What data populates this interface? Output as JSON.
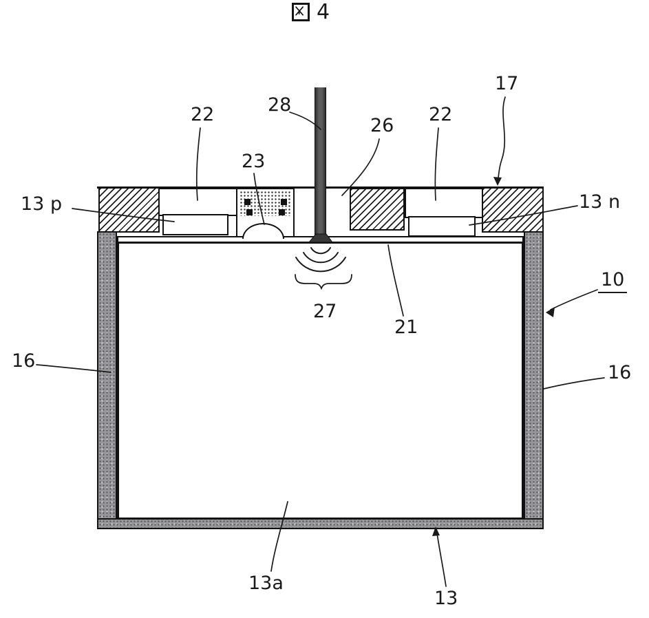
{
  "title": {
    "text": "図 4",
    "number": "4"
  },
  "callouts": {
    "l22_left": "22",
    "l28": "28",
    "l23": "23",
    "l26": "26",
    "l22_right": "22",
    "l17": "17",
    "l13p": "13 p",
    "l13n": "13 n",
    "l10": "10",
    "l16_left": "16",
    "l16_right": "16",
    "l27": "27",
    "l21": "21",
    "l13a": "13a",
    "l13": "13"
  },
  "colors": {
    "line": "#1a1a1a",
    "wall_gray": "#97979a",
    "rod_dark": "#4a4a4a",
    "hatch_black": "#1c1c1c",
    "background": "#ffffff"
  },
  "icons": {
    "kanji_zu_glyph": "boxed-x-glyph",
    "ultrasonic_waves": "concentric-arcs",
    "underbrace_27": "curly-brace",
    "arrowheads": "filled-triangle"
  }
}
